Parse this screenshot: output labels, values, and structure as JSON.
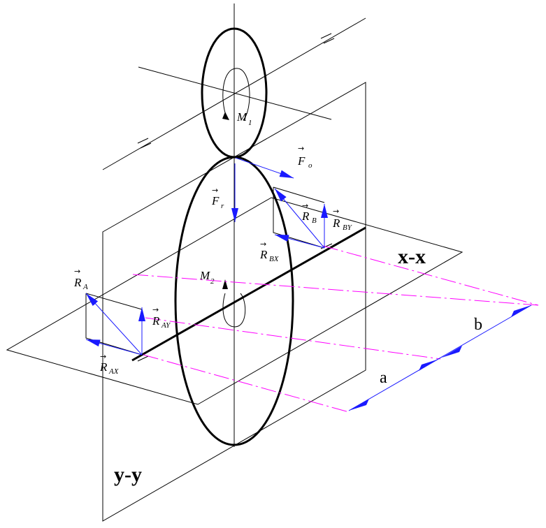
{
  "planes": {
    "horizontal": "x-x",
    "vertical": "y-y"
  },
  "labels": {
    "M1": {
      "main": "M",
      "sub": "1"
    },
    "M2": {
      "main": "M",
      "sub": "2"
    },
    "Fo": {
      "main": "F",
      "sub": "o"
    },
    "Fr": {
      "main": "F",
      "sub": "r"
    },
    "RA": {
      "main": "R",
      "sub": "A"
    },
    "RAY": {
      "main": "R",
      "sub": "AY"
    },
    "RAX": {
      "main": "R",
      "sub": "AX"
    },
    "RB": {
      "main": "R",
      "sub": "B"
    },
    "RBY": {
      "main": "R",
      "sub": "BY"
    },
    "RBX": {
      "main": "R",
      "sub": "BX"
    }
  },
  "dimensions": {
    "a": "a",
    "b": "b"
  },
  "arrow_glyph": "→",
  "colors": {
    "vector": "#1a1aff",
    "centerline": "#ff00ff",
    "line": "#000000"
  }
}
